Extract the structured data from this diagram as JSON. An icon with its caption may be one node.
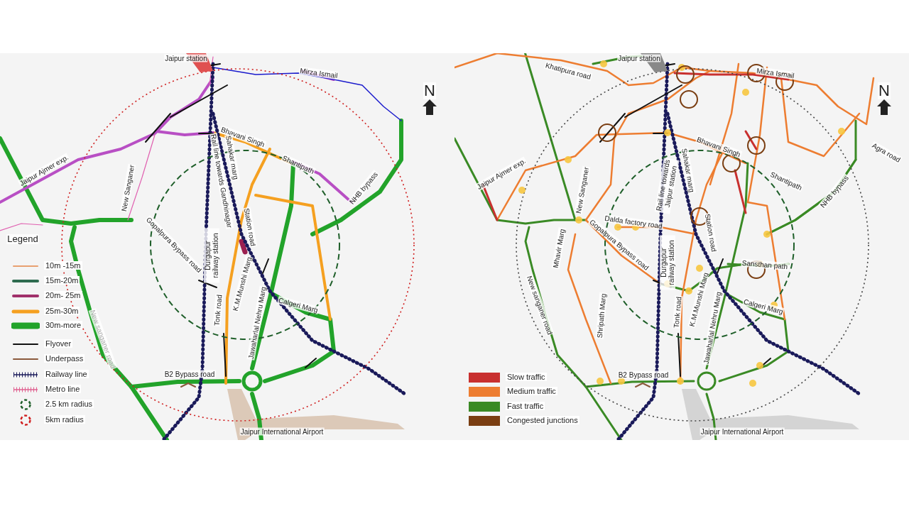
{
  "diagram": {
    "labels": [
      "Jaipur station",
      "Mirza Ismail",
      "N",
      "Jaipur Ajmer exp.",
      "New Sanganer",
      "Bhavani Singh",
      "Rail line towards Gandhinagar",
      "Sahakar marg",
      "Shantipath",
      "NHB bypass",
      "Legend",
      "New sanganer road",
      "Gopalpura Bypass road",
      "Durgapur railway station",
      "Station road",
      "K.M.Munshi Marg",
      "Tonk road",
      "Calgeri Marg",
      "Jawaharlal Nehru Marg",
      "B2 Bypass road",
      "Jaipur International Airport",
      "Khatipura road",
      "Jaipur station",
      "Mirza Ismail",
      "N",
      "Jaipur Ajmer exp.",
      "Bhavani Singh",
      "Agra road",
      "Shantipath",
      "New Sanganer",
      "NHB bypass",
      "Dalda factory road",
      "Rail line towards Jaipur station",
      "Sahakar marg",
      "Mhavir Marg",
      "Gopalpura Bypass road",
      "Station road",
      "Durgapur railway station",
      "Sansthan path",
      "New sanganer road",
      "Shripath Marg",
      "Tonk road",
      "K.M.Munshi Marg",
      "Jawaharlal Nehru Marg",
      "Calgeri Marg",
      "B2 Bypass road",
      "Jaipur International Airport"
    ],
    "legend": [
      {
        "text": "10m -15m"
      },
      {
        "text": "15m-20m"
      },
      {
        "text": "20m- 25m"
      },
      {
        "text": "25m-30m"
      },
      {
        "text": "30m-more"
      },
      {
        "text": "Flyover"
      },
      {
        "text": "Underpass"
      },
      {
        "text": "Railway line"
      },
      {
        "text": "Metro line"
      },
      {
        "text": "2.5 km radius"
      },
      {
        "text": "5km radius"
      },
      {
        "text": "Slow traffic",
        "color": "#c8302f"
      },
      {
        "text": "Medium traffic",
        "color": "#ed7d31"
      },
      {
        "text": "Fast traffic",
        "color": "#3a8a25"
      },
      {
        "text": "Congested junctions",
        "color": "#7a3e12"
      }
    ]
  }
}
